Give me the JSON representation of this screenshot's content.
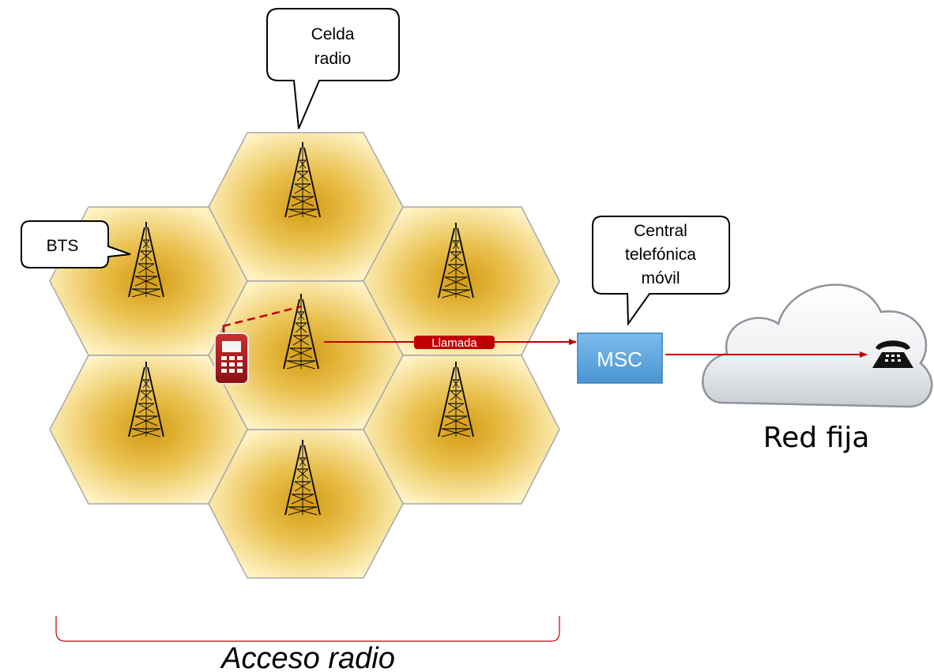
{
  "callouts": {
    "cell": [
      "Celda",
      "radio"
    ],
    "bts": "BTS",
    "central": [
      "Central",
      "telefónica",
      "móvil"
    ]
  },
  "msc_label": "MSC",
  "call_label": "Llamada",
  "cloud_label": "Red fija",
  "bracket_label": "Acceso radio",
  "colors": {
    "cell_center": "#d9a520",
    "cell_edge": "#fff2c0",
    "cell_stroke": "#a8a8a8",
    "call_red": "#c00000",
    "msc_fill": "#5fa8dc",
    "phone_red": "#a01818"
  },
  "icons": [
    "tower-icon",
    "mobile-phone-icon",
    "telephone-icon",
    "cloud-icon"
  ]
}
